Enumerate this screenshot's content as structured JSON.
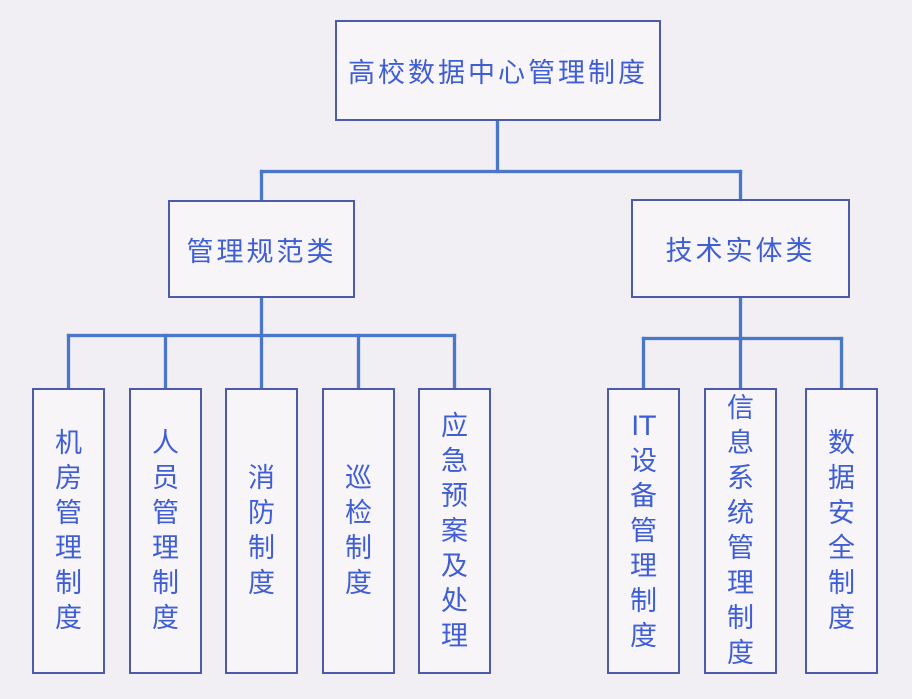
{
  "diagram": {
    "type": "org-tree",
    "title": "高校数据中心管理制度",
    "root": {
      "label": "高校数据中心管理制度"
    },
    "branches": [
      {
        "label": "管理规范类",
        "children": [
          "机房管理制度",
          "人员管理制度",
          "消防制度",
          "巡检制度",
          "应急预案及处理"
        ]
      },
      {
        "label": "技术实体类",
        "children": [
          "IT设备管理制度",
          "信息系统管理制度",
          "数据安全制度"
        ]
      }
    ],
    "colors": {
      "background": "#f1eff3",
      "box_fill": "#f8f5f9",
      "border": "#4d5aa7",
      "text": "#3f5ed4",
      "connector": "#4a77c6"
    }
  }
}
